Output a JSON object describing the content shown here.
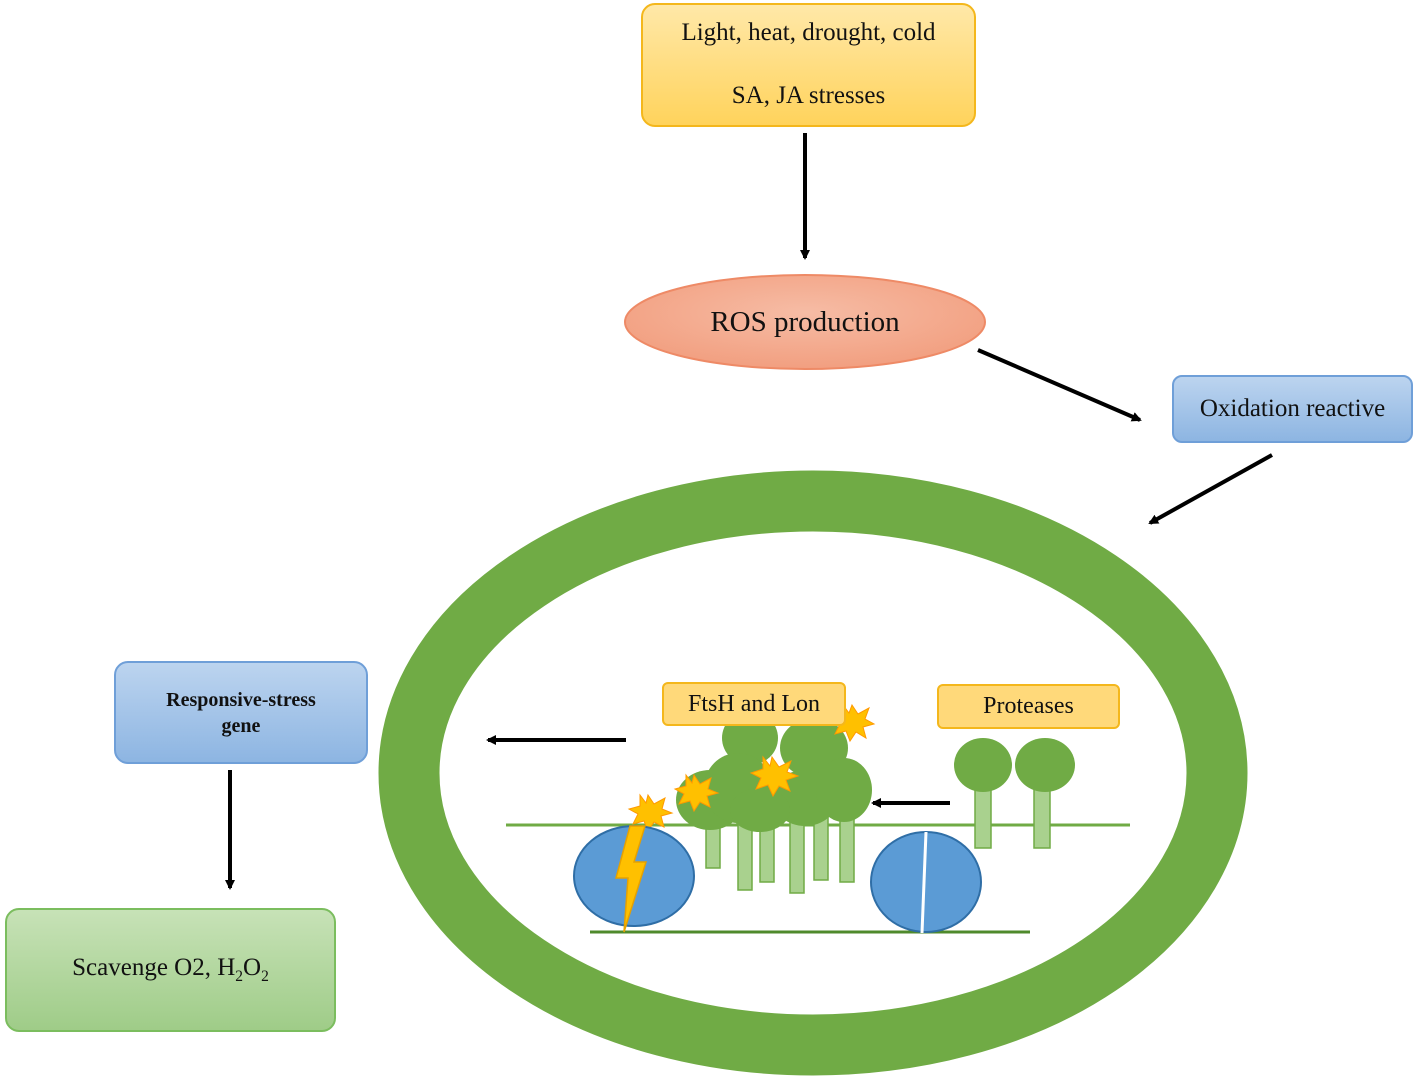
{
  "stress": {
    "line1": "Light, heat, drought, cold",
    "line2": "SA, JA stresses"
  },
  "ros": {
    "label": "ROS production"
  },
  "oxidation": {
    "label": "Oxidation reactive"
  },
  "ftsh": {
    "label": "FtsH and Lon"
  },
  "proteases": {
    "label": "Proteases"
  },
  "responsive": {
    "line1": "Responsive-stress",
    "line2": "gene"
  },
  "scavenge": {
    "prefix": "Scavenge O2, H",
    "sub1": "2",
    "mid": "O",
    "sub2": "2"
  },
  "colors": {
    "ring": "#70ab45",
    "ros_fill": "#f3a98c",
    "ros_stroke": "#ee8a66",
    "protein": "#70ab45",
    "stem": "#a9d18e",
    "d1": "#5b9bd5",
    "spark": "#ffc000",
    "membrane": "#70ab45",
    "arrow": "#000000"
  },
  "icons": [
    "ring-icon",
    "protein-icon",
    "spark-icon",
    "d1-protein-icon",
    "arrow-icon"
  ]
}
